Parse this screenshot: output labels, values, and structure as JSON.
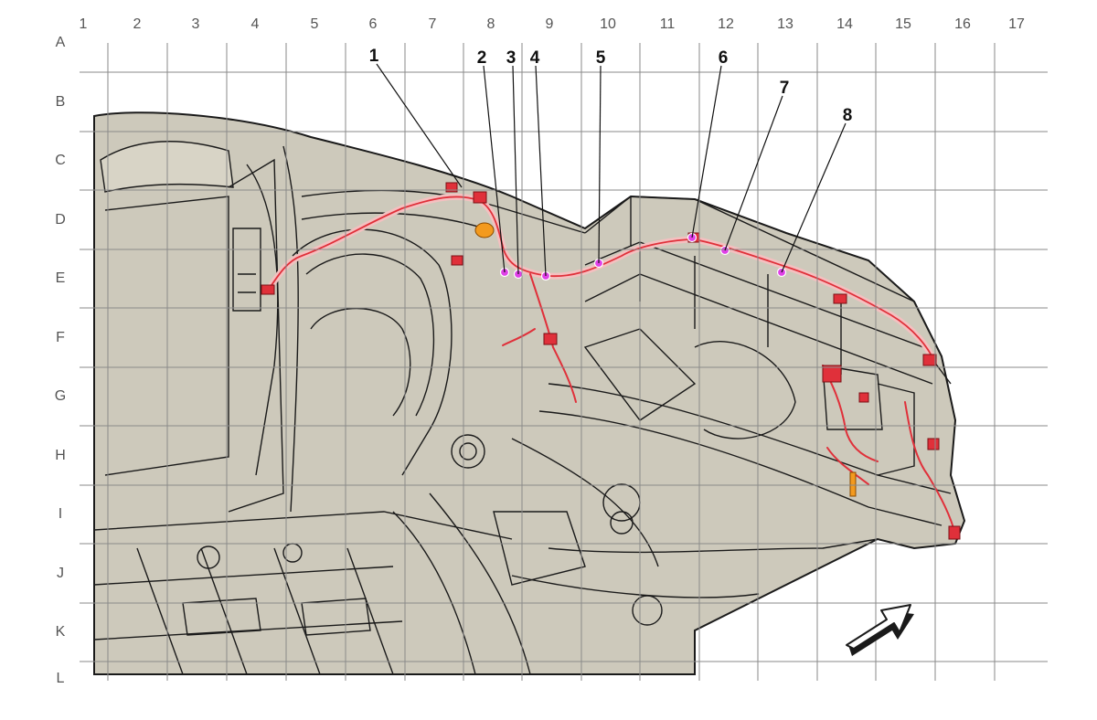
{
  "grid": {
    "columns": [
      "1",
      "2",
      "3",
      "4",
      "5",
      "6",
      "7",
      "8",
      "9",
      "10",
      "11",
      "12",
      "13",
      "14",
      "15",
      "16",
      "17"
    ],
    "rows": [
      "A",
      "B",
      "C",
      "D",
      "E",
      "F",
      "G",
      "H",
      "I",
      "J",
      "K",
      "L"
    ]
  },
  "callouts": [
    {
      "label": "1"
    },
    {
      "label": "2"
    },
    {
      "label": "3"
    },
    {
      "label": "4"
    },
    {
      "label": "5"
    },
    {
      "label": "6"
    },
    {
      "label": "7"
    },
    {
      "label": "8"
    }
  ],
  "colors": {
    "body_fill": "#cdc9bb",
    "body_stroke": "#1a1a1a",
    "harness": "#e0303a",
    "harness_highlight": "#f4c0c0",
    "connector_marker": "#e040e8",
    "orange_component": "#f39a1e",
    "grid_line": "#8a8a8a"
  },
  "icons": {
    "direction_arrow": "front-direction-arrow-icon"
  }
}
